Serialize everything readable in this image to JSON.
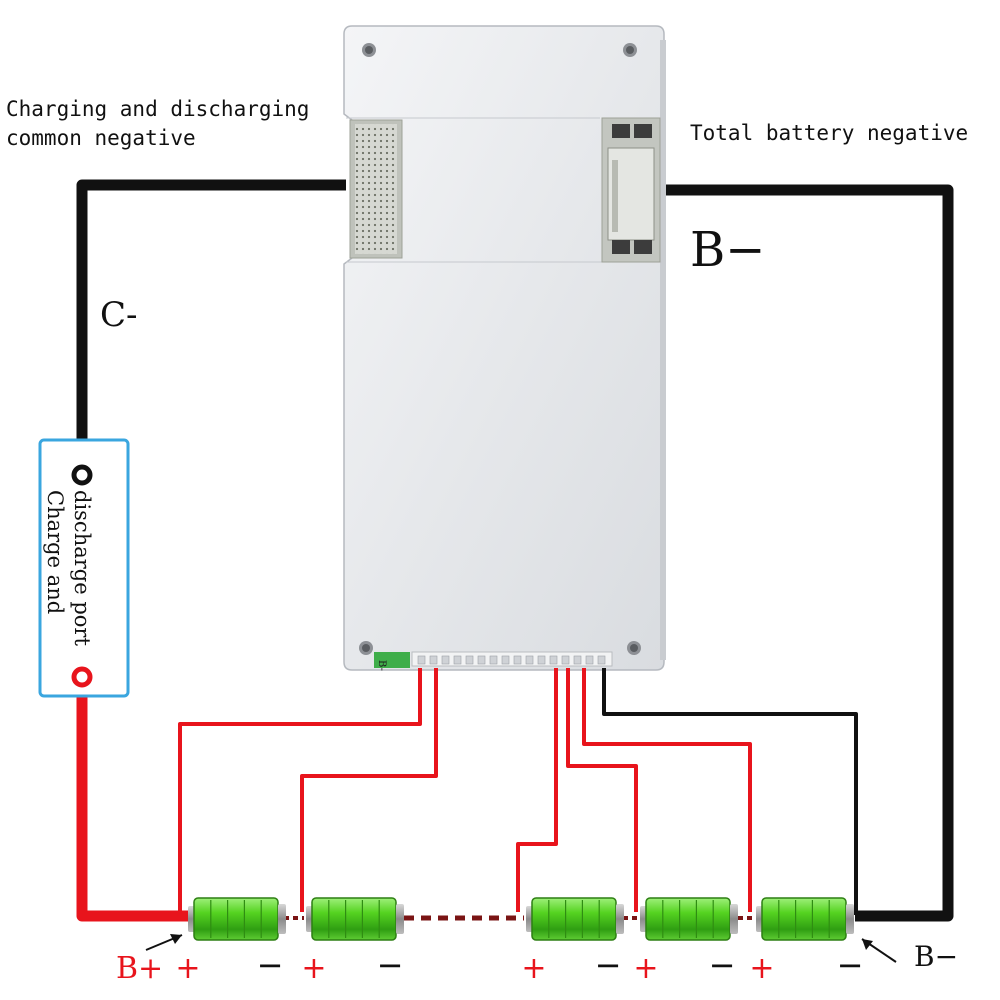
{
  "labels": {
    "top_left_line1": "Charging and discharging",
    "top_left_line2": "common negative",
    "top_right": "Total battery negative",
    "b_minus_large": "B−",
    "c_minus": "C-",
    "port_line1": "discharge port",
    "port_line2": "Charge and",
    "b_plus_bottom": "B+",
    "b_minus_bottom": "B−",
    "pcb_marking": "B-"
  },
  "terminals": [
    "+",
    "−",
    "+",
    "−",
    "+",
    "−",
    "+",
    "−",
    "+",
    "−"
  ],
  "colors": {
    "positive_wire": "#e8141c",
    "negative_wire": "#111111",
    "battery_green": "#4cc51d",
    "port_border": "#3aa6df",
    "board": "#e9ebee"
  },
  "cells_count": 5
}
